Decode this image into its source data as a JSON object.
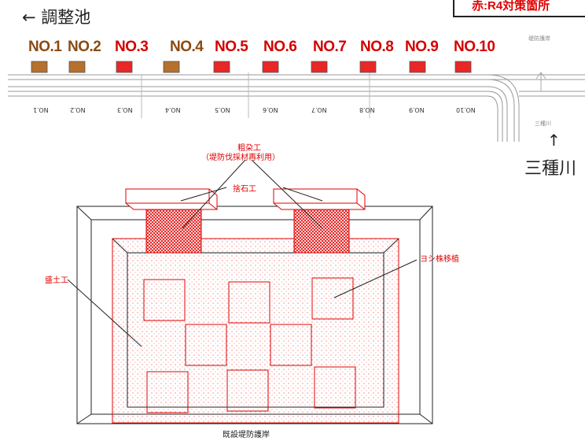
{
  "header": {
    "left_arrow_label": "← 調整池",
    "legend_text": "赤:R4対策箇所",
    "river_arrow": "↑",
    "river_label": "三種川"
  },
  "stations": [
    {
      "label": "NO.1",
      "status": "existing"
    },
    {
      "label": "NO.2",
      "status": "existing"
    },
    {
      "label": "NO.3",
      "status": "r4"
    },
    {
      "label": "NO.4",
      "status": "existing"
    },
    {
      "label": "NO.5",
      "status": "r4"
    },
    {
      "label": "NO.6",
      "status": "r4"
    },
    {
      "label": "NO.7",
      "status": "r4"
    },
    {
      "label": "NO.8",
      "status": "r4"
    },
    {
      "label": "NO.9",
      "status": "r4"
    },
    {
      "label": "NO.10",
      "status": "r4"
    }
  ],
  "tick_labels": [
    "NO.1",
    "NO.2",
    "NO.3",
    "NO.4",
    "NO.5",
    "NO.6",
    "NO.7",
    "NO.8",
    "NO.9",
    "NO.10"
  ],
  "colors": {
    "existing": "#b5712e",
    "r4": "#e82727",
    "label_existing": "#8b4a12",
    "label_r4": "#d40000",
    "outline": "#e00000"
  },
  "section": {
    "fascine_label_1": "粗朶工",
    "fascine_label_2": "（堤防伐採材再利用）",
    "riprap_label": "捨石工",
    "reed_label": "ヨシ株移植",
    "embankment_label": "盛土工",
    "bottom_label": "既設堤防護岸"
  },
  "map_small_text": {
    "top_right": "堤防護岸",
    "river_small": "三種川"
  }
}
